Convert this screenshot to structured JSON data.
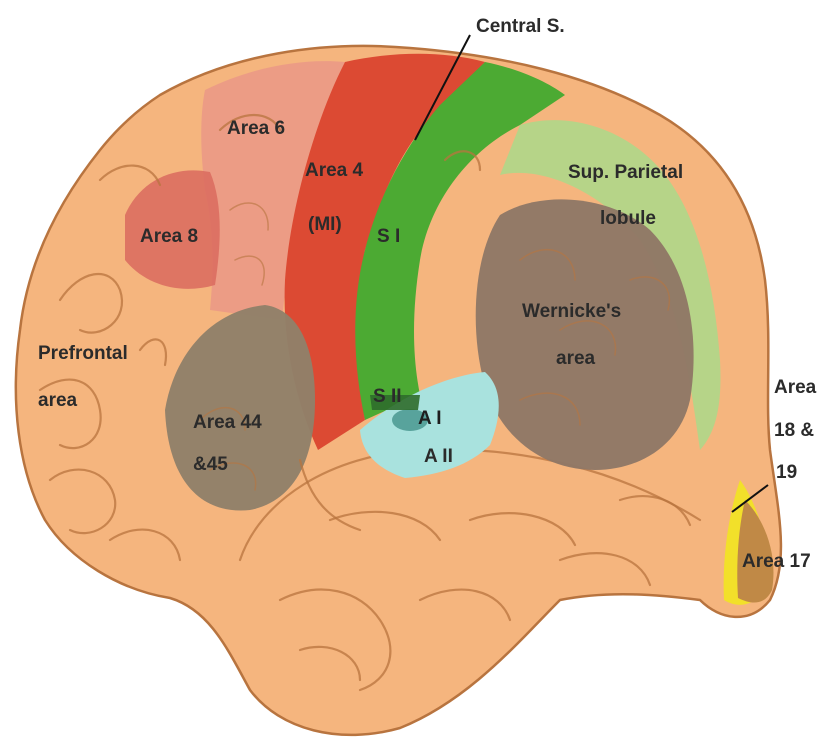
{
  "labels": {
    "central_sulcus": "Central S.",
    "area6": "Area 6",
    "area4_line1": "Area 4",
    "area4_line2": "(MI)",
    "area8": "Area 8",
    "s1": "S I",
    "sup_parietal_line1": "Sup. Parietal",
    "sup_parietal_line2": "lobule",
    "wernicke_line1": "Wernicke's",
    "wernicke_line2": "area",
    "prefrontal_line1": "Prefrontal",
    "prefrontal_line2": "area",
    "s2": "S II",
    "a1": "A I",
    "a2": "A II",
    "area44_line1": "Area 44",
    "area44_line2": "&45",
    "area1819_line1": "Area",
    "area1819_line2": "18 &",
    "area1819_line3": "19",
    "area17": "Area 17"
  },
  "colors": {
    "cortex": "#f5b57e",
    "premotor": "#eb9b86",
    "area8": "#dc6e60",
    "motor": "#dc4a33",
    "somatosensory": "#4caa33",
    "parietal": "#b6d488",
    "wernicke": "#8f7866",
    "broca": "#918069",
    "auditory": "#a9e2de",
    "visual_assoc": "#f2e02a",
    "visual_primary": "#c08946"
  }
}
